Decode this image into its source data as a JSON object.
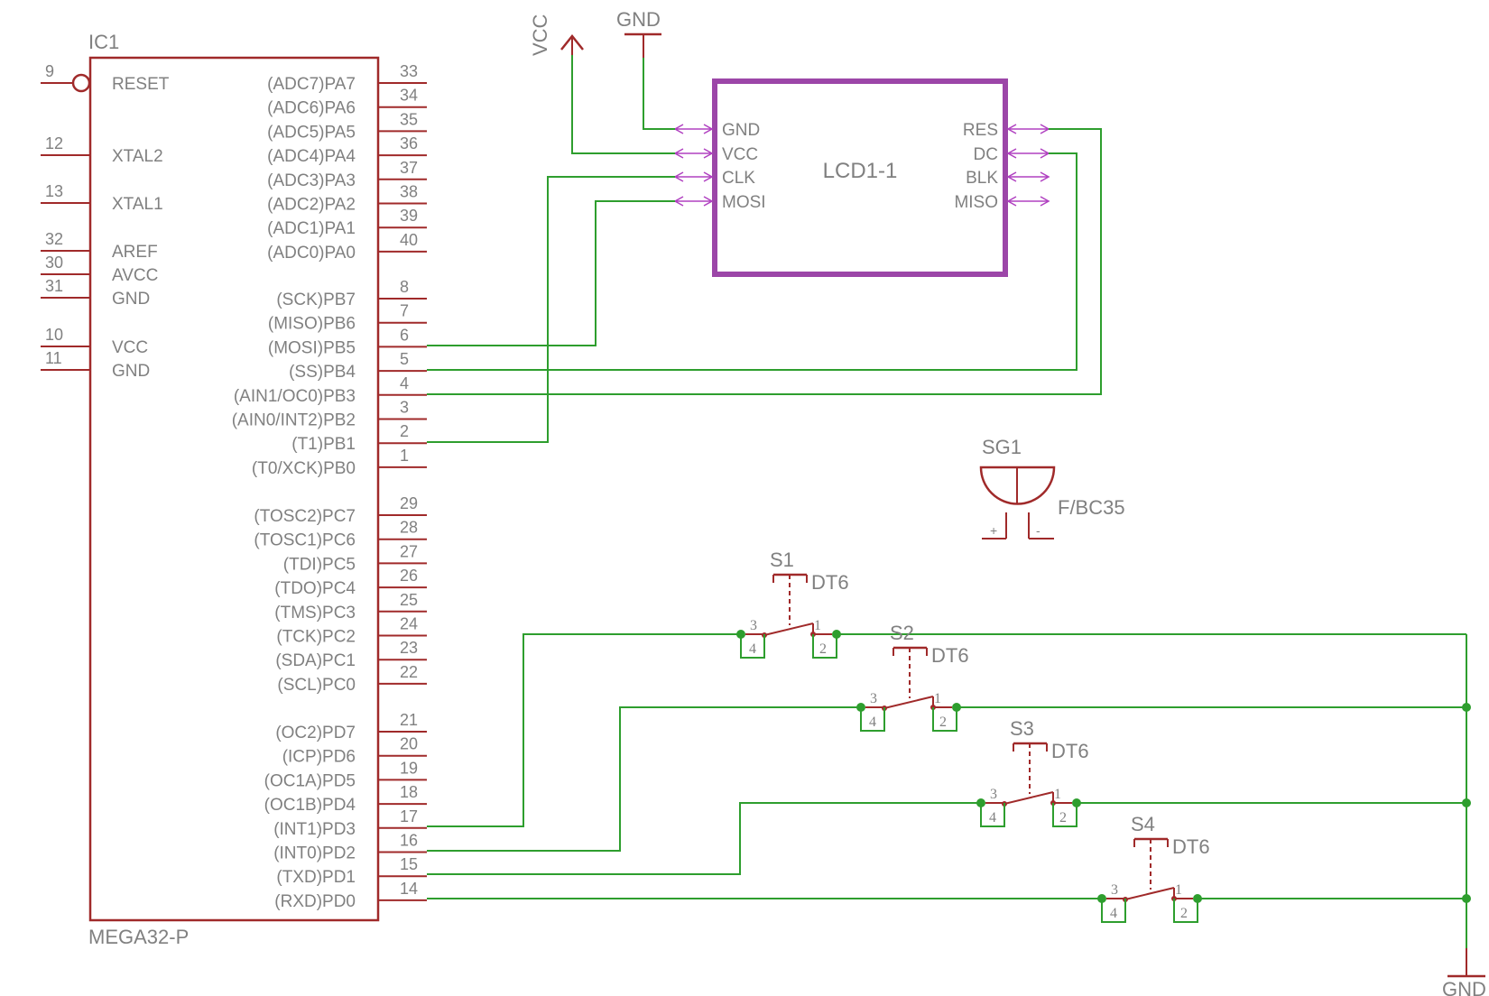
{
  "ic": {
    "ref": "IC1",
    "value": "MEGA32-P",
    "left_pins": [
      {
        "num": "9",
        "name": "RESET"
      },
      {
        "num": "12",
        "name": "XTAL2"
      },
      {
        "num": "13",
        "name": "XTAL1"
      },
      {
        "num": "32",
        "name": "AREF"
      },
      {
        "num": "30",
        "name": "AVCC"
      },
      {
        "num": "31",
        "name": "GND"
      },
      {
        "num": "10",
        "name": "VCC"
      },
      {
        "num": "11",
        "name": "GND"
      }
    ],
    "right_pins": [
      {
        "num": "33",
        "name": "(ADC7)PA7"
      },
      {
        "num": "34",
        "name": "(ADC6)PA6"
      },
      {
        "num": "35",
        "name": "(ADC5)PA5"
      },
      {
        "num": "36",
        "name": "(ADC4)PA4"
      },
      {
        "num": "37",
        "name": "(ADC3)PA3"
      },
      {
        "num": "38",
        "name": "(ADC2)PA2"
      },
      {
        "num": "39",
        "name": "(ADC1)PA1"
      },
      {
        "num": "40",
        "name": "(ADC0)PA0"
      },
      {
        "num": "8",
        "name": "(SCK)PB7"
      },
      {
        "num": "7",
        "name": "(MISO)PB6"
      },
      {
        "num": "6",
        "name": "(MOSI)PB5"
      },
      {
        "num": "5",
        "name": "(SS)PB4"
      },
      {
        "num": "4",
        "name": "(AIN1/OC0)PB3"
      },
      {
        "num": "3",
        "name": "(AIN0/INT2)PB2"
      },
      {
        "num": "2",
        "name": "(T1)PB1"
      },
      {
        "num": "1",
        "name": "(T0/XCK)PB0"
      },
      {
        "num": "29",
        "name": "(TOSC2)PC7"
      },
      {
        "num": "28",
        "name": "(TOSC1)PC6"
      },
      {
        "num": "27",
        "name": "(TDI)PC5"
      },
      {
        "num": "26",
        "name": "(TDO)PC4"
      },
      {
        "num": "25",
        "name": "(TMS)PC3"
      },
      {
        "num": "24",
        "name": "(TCK)PC2"
      },
      {
        "num": "23",
        "name": "(SDA)PC1"
      },
      {
        "num": "22",
        "name": "(SCL)PC0"
      },
      {
        "num": "21",
        "name": "(OC2)PD7"
      },
      {
        "num": "20",
        "name": "(ICP)PD6"
      },
      {
        "num": "19",
        "name": "(OC1A)PD5"
      },
      {
        "num": "18",
        "name": "(OC1B)PD4"
      },
      {
        "num": "17",
        "name": "(INT1)PD3"
      },
      {
        "num": "16",
        "name": "(INT0)PD2"
      },
      {
        "num": "15",
        "name": "(TXD)PD1"
      },
      {
        "num": "14",
        "name": "(RXD)PD0"
      }
    ]
  },
  "lcd": {
    "name": "LCD1-1",
    "left_pins": [
      "GND",
      "VCC",
      "CLK",
      "MOSI"
    ],
    "right_pins": [
      "RES",
      "DC",
      "BLK",
      "MISO"
    ]
  },
  "power": {
    "vcc": "VCC",
    "gnd_top": "GND",
    "gnd_bottom": "GND"
  },
  "buzzer": {
    "ref": "SG1",
    "value": "F/BC35",
    "plus": "+",
    "minus": "-"
  },
  "switches": [
    {
      "ref": "S1",
      "value": "DT6",
      "p1": "1",
      "p2": "2",
      "p3": "3",
      "p4": "4"
    },
    {
      "ref": "S2",
      "value": "DT6",
      "p1": "1",
      "p2": "2",
      "p3": "3",
      "p4": "4"
    },
    {
      "ref": "S3",
      "value": "DT6",
      "p1": "1",
      "p2": "2",
      "p3": "3",
      "p4": "4"
    },
    {
      "ref": "S4",
      "value": "DT6",
      "p1": "1",
      "p2": "2",
      "p3": "3",
      "p4": "4"
    }
  ],
  "colors": {
    "component": "#a02a2a",
    "wire": "#2e9e2e",
    "lcd": "#9c46a8",
    "text": "#808080"
  }
}
